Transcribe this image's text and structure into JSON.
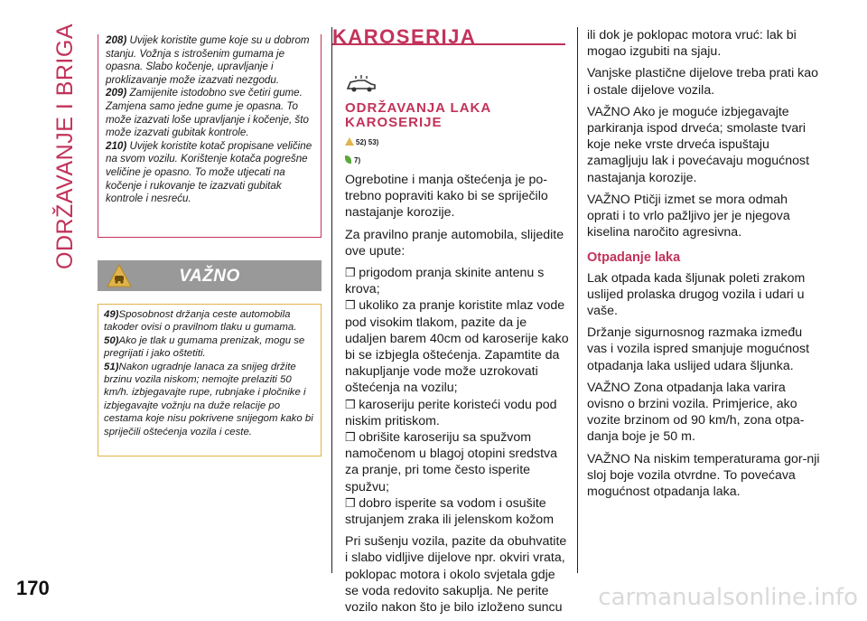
{
  "side_title": "ODRŽAVANJE I BRIGA",
  "page_number": "170",
  "watermark": "carmanualsonline.info",
  "warnings": [
    {
      "num": "208)",
      "text": "Uvijek koristite gume koje su u dobrom stanju. Vožnja s istrošenim gumama je opasna. Slabo kočenje, upravljanje i proklizavanje može izazvati nezgodu."
    },
    {
      "num": "209)",
      "text": "Zamijenite istodobno sve četiri gume. Zamjena samo jedne gume je opasna. To može izazvati loše upravljanje i kočenje, što može izazvati gubitak kontrole."
    },
    {
      "num": "210)",
      "text": "Uvijek koristite kotač propisane veličine na svom vozilu. Korištenje kotača pogrešne veličine je opasno. To može utjecati na kočenje i rukovanje te izazvati gubitak kontrole i nesreću."
    }
  ],
  "vazno": {
    "title": "VAŽNO",
    "items": [
      {
        "num": "49)",
        "text": "Sposobnost držanja ceste automobila takoder ovisi o pravilnom tlaku u gumama."
      },
      {
        "num": "50)",
        "text": "Ako je tlak u gumama prenizak, mogu se pregrijati i jako oštetiti."
      },
      {
        "num": "51)",
        "text": "Nakon ugradnje lanaca za snijeg držite brzinu vozila niskom; nemojte prelaziti 50 km/h. izbjegavajte rupe, rubnjake i pločnike i izbjegavajte vožnju na duže relacije po cestama koje nisu pokrivene snijegom kako bi spriječili oštećenja vozila i ceste."
      }
    ]
  },
  "section": {
    "title": "KAROSERIJA",
    "subtitle_line1": "ODRŽAVANJA LAKA",
    "subtitle_line2": "KAROSERIJE",
    "ref1": "52) 53)",
    "ref2": "7)",
    "p1": "Ogrebotine i manja oštećenja je po-trebno popraviti kako bi se spriječilo nastajanje korozije.",
    "p2": "Za pravilno pranje automobila, slijedite ove upute:",
    "bullets": [
      "prigodom pranja skinite antenu s krova;",
      "ukoliko za pranje koristite mlaz vode pod visokim tlakom, pazite da je udaljen barem 40cm od karoserije kako bi se izbjegla oštećenja. Zapamtite da nakupljanje vode može uzrokovati oštećenja na vozilu;",
      "karoseriju perite koristeći vodu pod niskim pritiskom.",
      "obrišite karoseriju sa spužvom namočenom u blagoj otopini sredstva za pranje, pri tome često isperite spužvu;",
      "dobro isperite sa vodom i osušite strujanjem zraka ili jelenskom kožom"
    ],
    "p3": "Pri sušenju vozila, pazite da obuhvatite i slabo vidljive dijelove npr. okviri vrata, poklopac motora i okolo svjetala gdje se voda redovito sakuplja. Ne perite vozilo nakon što je bilo izloženo suncu"
  },
  "col3": {
    "p1": "ili dok je poklopac motora vruć: lak bi mogao izgubiti na sjaju.",
    "p2": "Vanjske plastične dijelove treba prati kao i ostale dijelove vozila.",
    "p3": "VAŽNO Ako je moguće izbjegavajte parkiranja ispod drveća; smolaste tvari koje neke vrste drveća ispuštaju zamagljuju lak i povećavaju mogućnost nastajanja korozije.",
    "p4": "VAŽNO Ptičji izmet se mora odmah oprati i to vrlo pažljivo jer je njegova kiselina naročito agresivna.",
    "heading": "Otpadanje laka",
    "p5": "Lak otpada kada šljunak poleti zrakom uslijed prolaska drugog vozila i udari u vaše.",
    "p6": "Držanje sigurnosnog razmaka između vas i vozila ispred smanjuje mogućnost otpadanja laka uslijed udara šljunka.",
    "p7": "VAŽNO Zona otpadanja laka varira ovisno o brzini vozila. Primjerice, ako vozite brzinom od 90 km/h, zona otpa-danja boje je 50 m.",
    "p8": "VAŽNO Na niskim temperaturama gor-nji sloj boje vozila otvrdne. To povećava mogućnost otpadanja laka."
  },
  "colors": {
    "accent": "#c2325a",
    "warning_yellow": "#e0b44a",
    "header_grey": "#999999"
  }
}
